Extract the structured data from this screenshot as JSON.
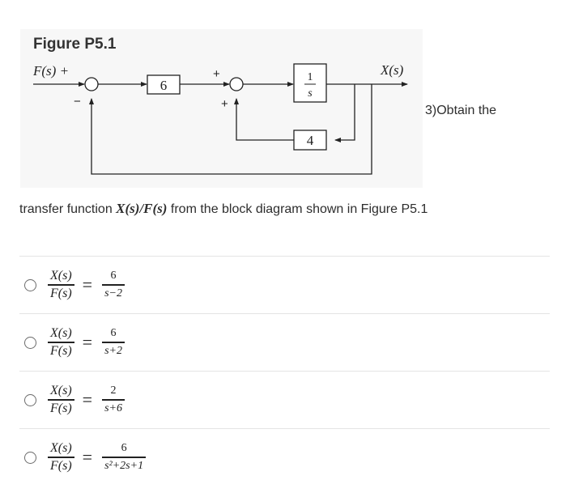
{
  "figure": {
    "title": "Figure P5.1",
    "input_label": "F(s) +",
    "output_label": "X(s)",
    "gain_block": "6",
    "integrator_num": "1",
    "integrator_den": "s",
    "feedback_block": "4",
    "sign_minus": "−",
    "sign_plus_top": "+",
    "sign_plus_bottom": "+"
  },
  "side_text": "3)Obtain the",
  "question": {
    "prefix": "transfer function ",
    "math": "X(s)/F(s)",
    "suffix": " from the block diagram shown in Figure P5.1"
  },
  "options": [
    {
      "lhs_num": "X(s)",
      "lhs_den": "F(s)",
      "rhs_num": "6",
      "rhs_den": "s−2"
    },
    {
      "lhs_num": "X(s)",
      "lhs_den": "F(s)",
      "rhs_num": "6",
      "rhs_den": "s+2"
    },
    {
      "lhs_num": "X(s)",
      "lhs_den": "F(s)",
      "rhs_num": "2",
      "rhs_den": "s+6"
    },
    {
      "lhs_num": "X(s)",
      "lhs_den": "F(s)",
      "rhs_num": "6",
      "rhs_den": "s²+2s+1"
    }
  ]
}
